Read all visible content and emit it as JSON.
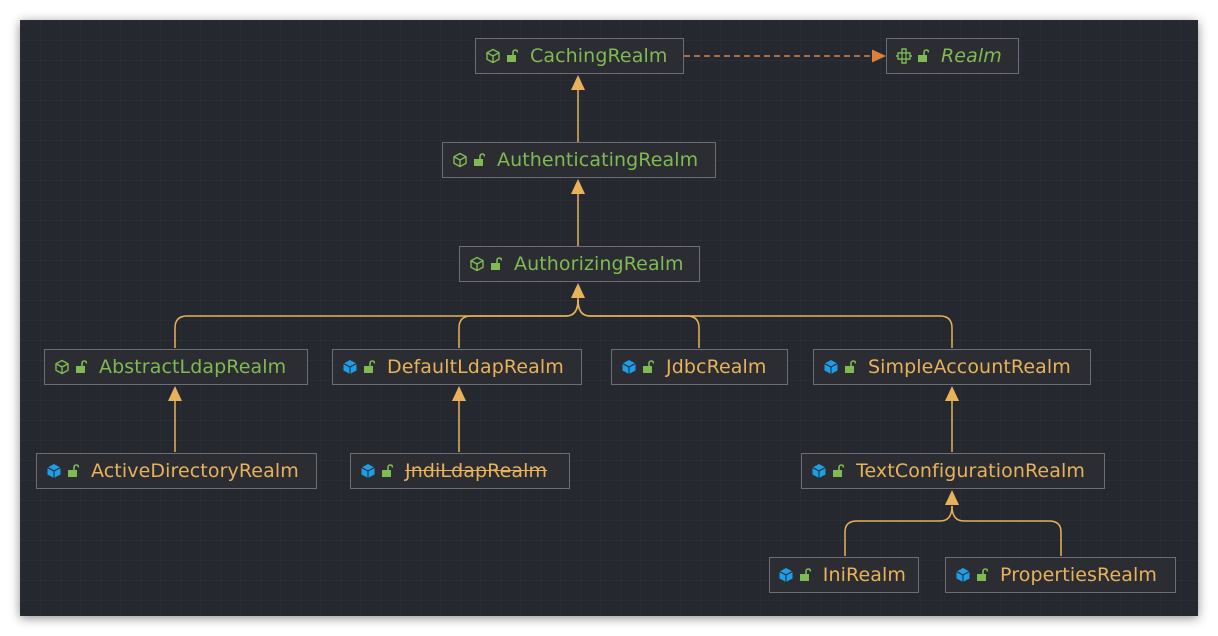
{
  "diagram": {
    "theme": {
      "background": "#262830",
      "edge": "#e7b25a",
      "realization_edge": "#d9823f",
      "abstract_text": "#7fba52",
      "class_text": "#e7b25a",
      "class_icon": "#1e9ee6",
      "lock_icon": "#7fba52"
    },
    "nodes": {
      "caching": {
        "label": "CachingRealm",
        "kind": "abstract-class-icon"
      },
      "realm": {
        "label": "Realm",
        "kind": "interface-icon"
      },
      "authenticating": {
        "label": "AuthenticatingRealm",
        "kind": "abstract-class-icon"
      },
      "authorizing": {
        "label": "AuthorizingRealm",
        "kind": "abstract-class-icon"
      },
      "abstract_ldap": {
        "label": "AbstractLdapRealm",
        "kind": "abstract-class-icon"
      },
      "default_ldap": {
        "label": "DefaultLdapRealm",
        "kind": "class-icon"
      },
      "jdbc": {
        "label": "JdbcRealm",
        "kind": "class-icon"
      },
      "simple_account": {
        "label": "SimpleAccountRealm",
        "kind": "class-icon"
      },
      "active_directory": {
        "label": "ActiveDirectoryRealm",
        "kind": "class-icon"
      },
      "jndi_ldap": {
        "label": "JndiLdapRealm",
        "kind": "class-icon",
        "deprecated": true
      },
      "text_config": {
        "label": "TextConfigurationRealm",
        "kind": "class-icon"
      },
      "ini": {
        "label": "IniRealm",
        "kind": "class-icon"
      },
      "properties": {
        "label": "PropertiesRealm",
        "kind": "class-icon"
      }
    },
    "edges": [
      {
        "from": "caching",
        "to": "realm",
        "type": "realization"
      },
      {
        "from": "authenticating",
        "to": "caching",
        "type": "inheritance"
      },
      {
        "from": "authorizing",
        "to": "authenticating",
        "type": "inheritance"
      },
      {
        "from": "abstract_ldap",
        "to": "authorizing",
        "type": "inheritance"
      },
      {
        "from": "default_ldap",
        "to": "authorizing",
        "type": "inheritance"
      },
      {
        "from": "jdbc",
        "to": "authorizing",
        "type": "inheritance"
      },
      {
        "from": "simple_account",
        "to": "authorizing",
        "type": "inheritance"
      },
      {
        "from": "active_directory",
        "to": "abstract_ldap",
        "type": "inheritance"
      },
      {
        "from": "jndi_ldap",
        "to": "default_ldap",
        "type": "inheritance"
      },
      {
        "from": "text_config",
        "to": "simple_account",
        "type": "inheritance"
      },
      {
        "from": "ini",
        "to": "text_config",
        "type": "inheritance"
      },
      {
        "from": "properties",
        "to": "text_config",
        "type": "inheritance"
      }
    ]
  }
}
